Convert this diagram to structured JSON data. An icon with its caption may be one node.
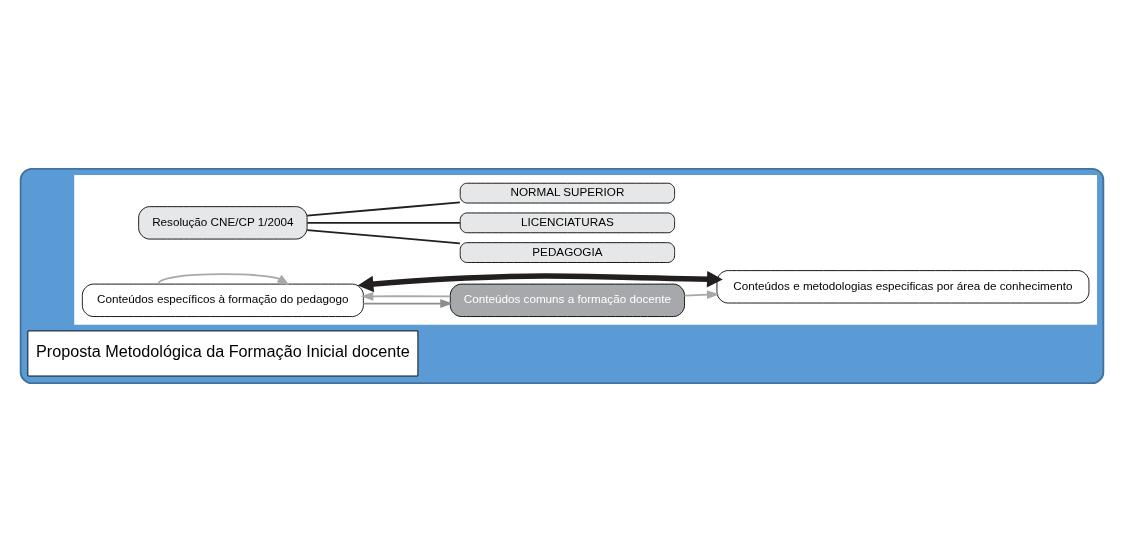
{
  "diagram": {
    "nodes": [
      {
        "text": [],
        "shape": "box"
      },
      {
        "text": [
          "Proposta Metodológica da Formação Inicial docente"
        ],
        "in": 0
      },
      {
        "text": [],
        "shape": "box",
        "in": 0
      },
      {
        "text": [
          "Resolução CNE/CP 1/2004"
        ],
        "in": 2
      },
      {
        "text": [
          "PEDAGOGIA"
        ],
        "in": 2
      },
      {
        "text": [
          "LICENCIATURAS"
        ],
        "in": 2
      },
      {
        "text": [
          "NORMAL SUPERIOR"
        ],
        "in": 2
      },
      {
        "text": [
          "Conteúdos específicos à formação do pedagogo"
        ],
        "in": 2
      },
      {
        "text": [
          "Conteúdos comuns a formação docente"
        ],
        "in": 2
      },
      {
        "text": [
          "Conteúdos e metodologias especificas por área de conhecimento"
        ],
        "in": 2
      }
    ],
    "edges": [
      {
        "from": 3,
        "to": 4,
        "arrow": "none"
      },
      {
        "from": 3,
        "to": 5,
        "arrow": "none"
      },
      {
        "from": 3,
        "to": 6,
        "arrow": "none"
      },
      {
        "from": 7,
        "to": 9,
        "arrow": "both",
        "style": "thick"
      },
      {
        "from": 8,
        "to": 7,
        "arrow": "to",
        "color": "#a6a8ab"
      },
      {
        "from": 7,
        "to": 8,
        "arrow": "to",
        "color": "#8c8d90"
      },
      {
        "from": 8,
        "to": 9,
        "arrow": "to",
        "color": "#a6a8ab"
      },
      {
        "from": 7,
        "to": 7,
        "arrow": "to",
        "color": "#a6a8ab"
      }
    ]
  }
}
